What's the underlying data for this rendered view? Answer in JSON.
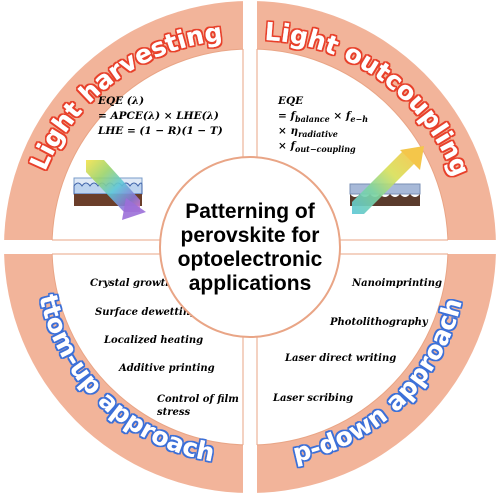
{
  "center_title": [
    "Patterning of",
    "perovskite for",
    "optoelectronic",
    "applications"
  ],
  "quadrants": {
    "top_left": {
      "label": "Light harvesting",
      "label_color": "#ffffff",
      "label_shadow": "#e8412a",
      "ring_color": "#f2b49a",
      "equations": [
        "EQE (λ)",
        "= APCE(λ) × LHE(λ)",
        "LHE = (1 − R)(1 − T)"
      ]
    },
    "top_right": {
      "label": "Light outcoupling",
      "label_color": "#ffffff",
      "label_shadow": "#e8412a",
      "ring_color": "#f2b49a",
      "equations": [
        "EQE",
        "= f",
        "balance",
        " × f",
        "e−h",
        "× η",
        "radiative",
        "× f",
        "out−coupling"
      ]
    },
    "bottom_left": {
      "label": "Bottom-up approaches",
      "label_color": "#ffffff",
      "label_shadow": "#3a6fd8",
      "ring_color": "#f2b49a",
      "items": [
        "Crystal growth",
        "Surface dewetting",
        "Localized heating",
        "Additive printing",
        "Control of film",
        "stress"
      ]
    },
    "bottom_right": {
      "label": "Top-down approaches",
      "label_color": "#ffffff",
      "label_shadow": "#3a6fd8",
      "ring_color": "#f2b49a",
      "items": [
        "Nanoimprinting",
        "Photolithography",
        "Laser direct writing",
        "Laser scribing"
      ]
    }
  },
  "colors": {
    "ring": "#f2b49a",
    "divider": "#ffffff",
    "circle_outline": "#e9a586",
    "inner_fill": "#ffffff"
  }
}
